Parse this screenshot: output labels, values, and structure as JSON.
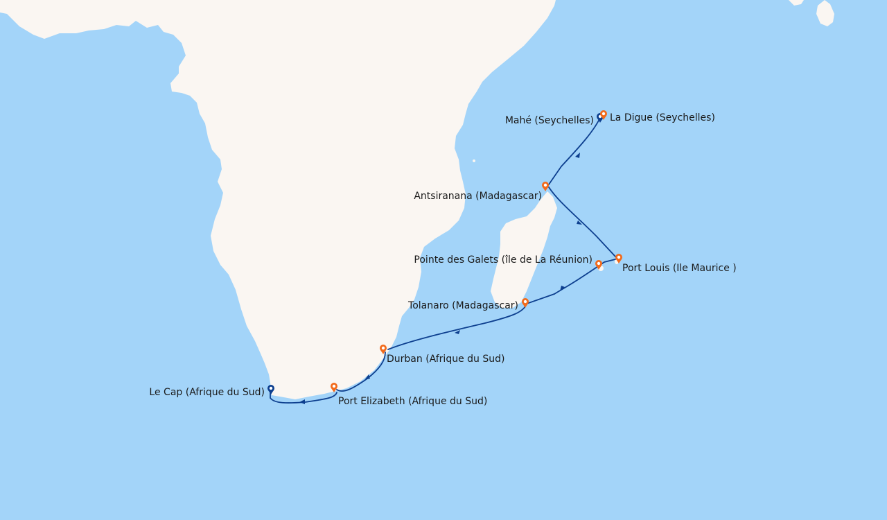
{
  "map": {
    "colors": {
      "ocean": "#a3d4f9",
      "land": "#faf6f2",
      "route": "#0d3f8f",
      "port_marker": "#f26a1b",
      "start_end_marker": "#0d3f8f"
    }
  },
  "ports": [
    {
      "label": "Mahé (Seychelles)",
      "marker": "start-end"
    },
    {
      "label": "La Digue (Seychelles)",
      "marker": "port"
    },
    {
      "label": "Antsiranana (Madagascar)",
      "marker": "port"
    },
    {
      "label": "Port Louis (Ile Maurice )",
      "marker": "port"
    },
    {
      "label": "Pointe des Galets (île de La Réunion)",
      "marker": "port"
    },
    {
      "label": "Tolanaro (Madagascar)",
      "marker": "port"
    },
    {
      "label": "Durban (Afrique du Sud)",
      "marker": "port"
    },
    {
      "label": "Port Elizabeth (Afrique du Sud)",
      "marker": "port"
    },
    {
      "label": "Le Cap (Afrique du Sud)",
      "marker": "start-end"
    }
  ]
}
